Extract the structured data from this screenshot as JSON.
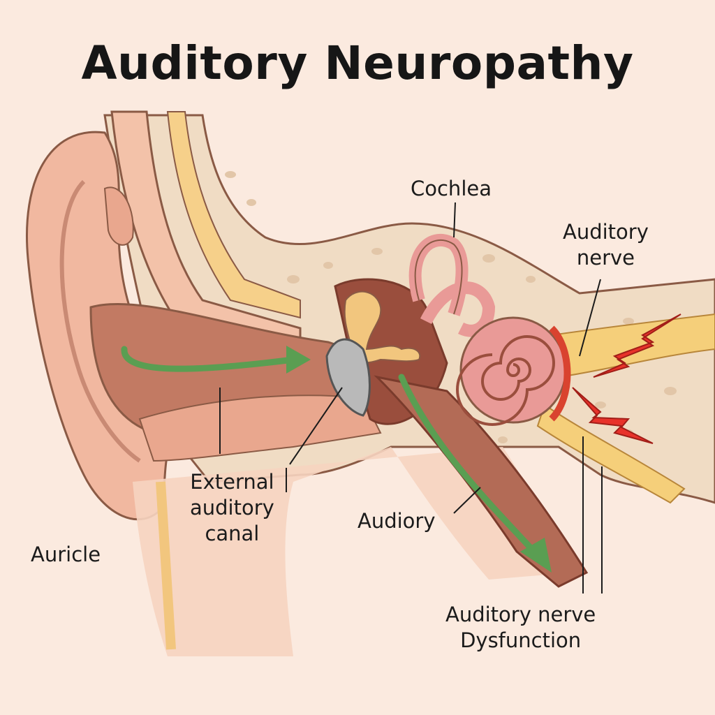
{
  "title": "Auditory Neuropathy",
  "labels": {
    "cochlea": "Cochlea",
    "auditory_nerve": [
      "Auditory",
      "nerve"
    ],
    "external_canal": [
      "External",
      "auditory",
      "canal"
    ],
    "audiory": "Audiory",
    "auricle": "Auricle",
    "dysfunction": [
      "Auditory nerve",
      "Dysfunction"
    ]
  },
  "colors": {
    "background": "#fbeadf",
    "skin": "#f1b8a0",
    "canal": "#b06a55",
    "bone": "#f0dcc4",
    "cochlea": "#e99a97",
    "nerve": "#f5cf7a",
    "arrow": "#5a9e52",
    "lightning": "#e8322a",
    "eardrum": "#b9b9b9"
  }
}
